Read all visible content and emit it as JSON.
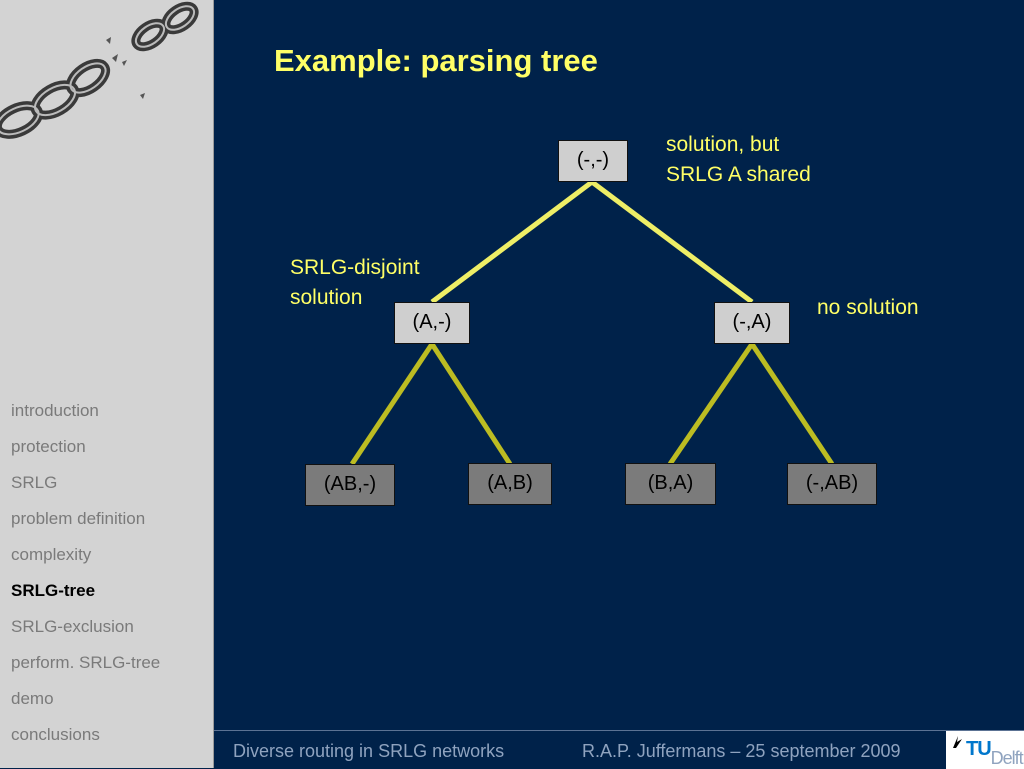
{
  "slide": {
    "title": "Example: parsing tree"
  },
  "tree": {
    "nodes": [
      {
        "id": "root",
        "label": "(-,-)"
      },
      {
        "id": "a",
        "label": "(A,-)"
      },
      {
        "id": "b",
        "label": "(-,A)"
      },
      {
        "id": "ab",
        "label": "(AB,-)"
      },
      {
        "id": "a_b",
        "label": "(A,B)"
      },
      {
        "id": "b_a",
        "label": "(B,A)"
      },
      {
        "id": "_ab",
        "label": "(-,AB)"
      }
    ],
    "annotations": {
      "root_line1": "solution, but",
      "root_line2": "SRLG A shared",
      "left_line1": "SRLG-disjoint",
      "left_line2": "solution",
      "right": "no solution"
    }
  },
  "sidebar": {
    "items": [
      {
        "label": "introduction",
        "active": false
      },
      {
        "label": "protection",
        "active": false
      },
      {
        "label": "SRLG",
        "active": false
      },
      {
        "label": "problem definition",
        "active": false
      },
      {
        "label": "complexity",
        "active": false
      },
      {
        "label": "SRLG-tree",
        "active": true
      },
      {
        "label": "SRLG-exclusion",
        "active": false
      },
      {
        "label": "perform. SRLG-tree",
        "active": false
      },
      {
        "label": "demo",
        "active": false
      },
      {
        "label": "conclusions",
        "active": false
      }
    ]
  },
  "footer": {
    "left": "Diverse routing in SRLG networks",
    "right": "R.A.P. Juffermans – 25 september 2009",
    "logo_prefix": "TU",
    "logo_suffix": "Delft"
  },
  "colors": {
    "background": "#00224a",
    "title": "#ffff66",
    "edge_bright": "#eeee66",
    "edge_dim": "#bcbc22",
    "sidebar": "#d3d3d3"
  }
}
